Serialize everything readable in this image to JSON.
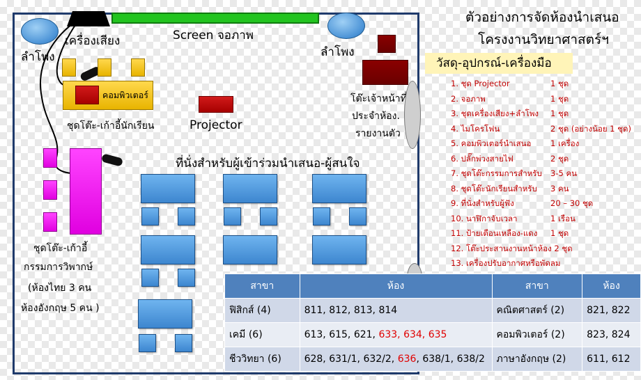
{
  "labels": {
    "screen": "Screen จอภาพ",
    "sound_system": "เครื่องเสียง",
    "speaker_left": "ลำโพง",
    "speaker_right": "ลำโพง",
    "computer": "คอมพิวเตอร์",
    "student_set": "ชุดโต๊ะ-เก้าอี้นักเรียน",
    "projector": "Projector",
    "officer_table_1": "โต๊ะเจ้าหน้าที่",
    "officer_table_2": "ประจำห้อง.",
    "officer_table_3": "รายงานตัว",
    "audience_seats": "ที่นั่งสำหรับผู้เข้าร่วมนำเสนอ-ผู้สนใจ",
    "committee_1": "ชุดโต๊ะ-เก้าอี้",
    "committee_2": "กรรมการวิพากษ์",
    "committee_3": "(ห้องไทย 3 คน",
    "committee_4": "ห้องอังกฤษ 5 คน )"
  },
  "title": {
    "line1": "ตัวอย่างการจัดห้องนำเสนอ",
    "line2": "โครงงานวิทยาศาสตร์ฯ"
  },
  "materials": {
    "heading": "วัสดุ-อุปกรณ์-เครื่องมือ",
    "items": [
      {
        "name": "1. ชุด Projector",
        "qty": "1 ชุด"
      },
      {
        "name": "2. จอภาพ",
        "qty": "1 ชุด"
      },
      {
        "name": "3. ชุดเครื่องเสียง+ลำโพง",
        "qty": "1 ชุด"
      },
      {
        "name": "4. ไมโครโฟน",
        "qty": "2 ชุด (อย่างน้อย 1 ชุด)"
      },
      {
        "name": "5. คอมพิวเตอร์นำเสนอ",
        "qty": "1 เครื่อง"
      },
      {
        "name": "6. ปลั๊กพ่วงสายไฟ",
        "qty": "2 ชุด"
      },
      {
        "name": "7. ชุดโต๊ะกรรมการสำหรับ",
        "qty": "3-5 คน"
      },
      {
        "name": "8. ชุดโต๊ะนักเรียนสำหรับ",
        "qty": "3 คน"
      },
      {
        "name": "9. ที่นั่งสำหรับผู้ฟัง",
        "qty": "20 – 30 ชุด"
      },
      {
        "name": "10. นาฬิกาจับเวลา",
        "qty": "1 เรือน"
      },
      {
        "name": "11. ป้ายเตือนเหลือง-แดง",
        "qty": "1 ชุด"
      },
      {
        "name": "12. โต๊ะประสานงานหน้าห้อง 2 ชุด",
        "qty": ""
      },
      {
        "name": "13. เครื่องปรับอากาศหรือพัดลม",
        "qty": ""
      }
    ]
  },
  "table": {
    "headers": [
      "สาขา",
      "ห้อง",
      "สาขา",
      "ห้อง"
    ],
    "rows": [
      {
        "b1": "ฟิสิกส์ (4)",
        "r1a": "811, 812, 813, 814",
        "r1b": "",
        "b2": "คณิตศาสตร์ (2)",
        "r2": "821, 822"
      },
      {
        "b1": "เคมี (6)",
        "r1a": "613, 615, 621, ",
        "r1b": "633, 634, 635",
        "b2": "คอมพิวเตอร์ (2)",
        "r2": "823, 824"
      },
      {
        "b1": "ชีววิทยา (6)",
        "r1a": "628, 631/1, 632/2, ",
        "r1b": "636",
        "r1c": ", 638/1, 638/2",
        "b2": "ภาษาอังกฤษ (2)",
        "r2": "611, 612"
      }
    ]
  },
  "colors": {
    "screen": "#22c41f",
    "student_tables": "#f0c000",
    "computer": "#c00000",
    "committee": "#ff00ff",
    "audience": "#4a92d6",
    "list_text": "#c00000",
    "table_header": "#4f81bd"
  },
  "icons": [
    "speaker-icon",
    "microphone-icon",
    "door-icon"
  ]
}
